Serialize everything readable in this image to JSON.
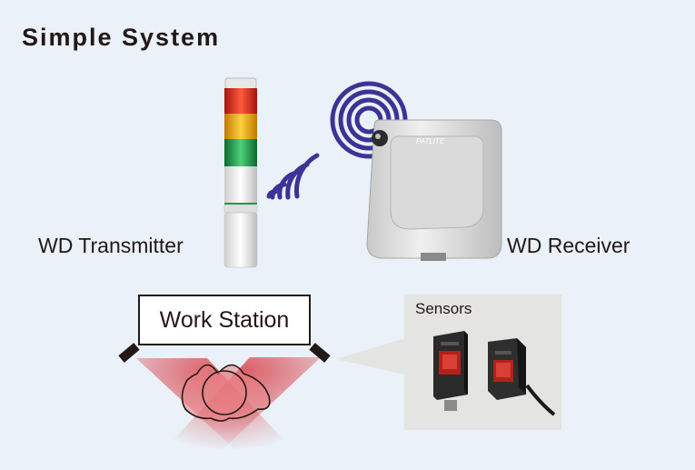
{
  "title": "Simple System",
  "transmitter": {
    "label": "WD Transmitter"
  },
  "receiver": {
    "label": "WD Receiver",
    "brand": "PATLITE"
  },
  "work_station": {
    "label": "Work Station"
  },
  "sensors": {
    "label": "Sensors"
  },
  "colors": {
    "background": "#eaf1f8",
    "signal": "#3b3496",
    "beam": "#d9474f",
    "lamp_red": "#d9261c",
    "lamp_amber": "#f0a000",
    "lamp_green": "#1a9a4a"
  }
}
